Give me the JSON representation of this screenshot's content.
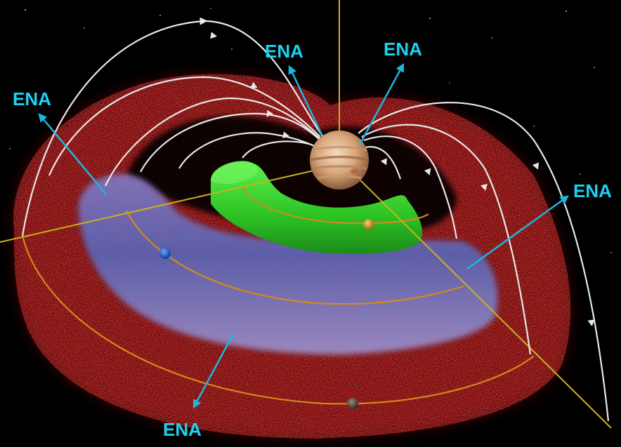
{
  "labels": {
    "ena_top_left": "ENA",
    "ena_top_right": "ENA",
    "ena_left": "ENA",
    "ena_right": "ENA",
    "ena_bottom": "ENA"
  },
  "colors": {
    "background": "#000000",
    "ena_text": "#1ad3f2",
    "ena_arrow": "#1bb8e0",
    "field_lines": "#e8e8e8",
    "axes": "#c9b21e",
    "orbits": "#d28a1c",
    "outer_torus": "#e01010",
    "middle_torus": "#3a66c4",
    "inner_torus": "#34d22a",
    "planet": "#d8a877"
  },
  "objects": {
    "central_body": "jupiter",
    "moons": [
      "io-moon",
      "europa-moon",
      "ganymede-moon"
    ],
    "tori": [
      "neutral-gas-torus-outer",
      "plasma-torus-middle",
      "gas-torus-inner"
    ]
  }
}
